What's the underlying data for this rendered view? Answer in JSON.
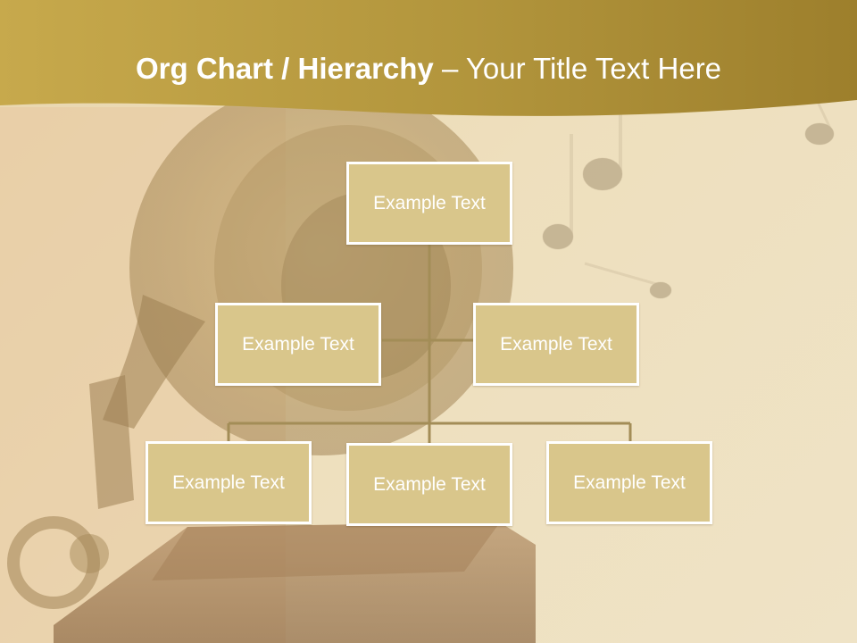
{
  "title": {
    "strong": "Org Chart / Hierarchy",
    "separator": " – ",
    "subtitle": "Your Title Text Here"
  },
  "colors": {
    "band": "#b89a3c",
    "node_fill": "#d9c68b",
    "node_border": "#ffffff",
    "connector": "#a38d57",
    "text": "#ffffff"
  },
  "org": {
    "root": "Example Text",
    "assistants": [
      "Example Text",
      "Example Text"
    ],
    "children": [
      "Example Text",
      "Example Text",
      "Example Text"
    ]
  }
}
